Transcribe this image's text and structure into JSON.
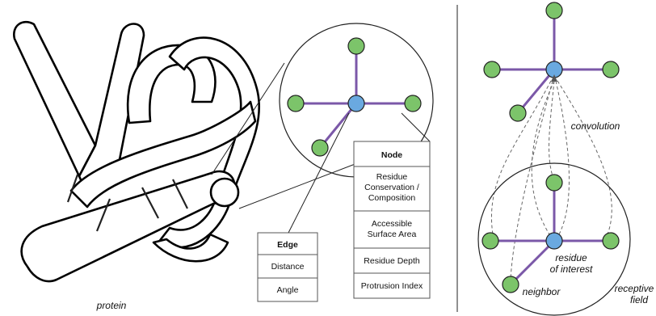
{
  "labels": {
    "protein": "protein",
    "convolution": "convolution",
    "residue_of_interest_line1": "residue",
    "residue_of_interest_line2": "of interest",
    "neighbor": "neighbor",
    "receptive_field_line1": "receptive",
    "receptive_field_line2": "field"
  },
  "node_table": {
    "header": "Node",
    "rows": [
      [
        "Residue",
        "Conservation /",
        "Composition"
      ],
      [
        "Accessible",
        "Surface Area"
      ],
      [
        "Residue Depth"
      ],
      [
        "Protrusion Index"
      ]
    ]
  },
  "edge_table": {
    "header": "Edge",
    "rows": [
      [
        "Distance"
      ],
      [
        "Angle"
      ]
    ]
  },
  "colors": {
    "edge": "#7b58a8",
    "neighbor_node": "#7cc46a",
    "center_node": "#6aa9e0"
  }
}
